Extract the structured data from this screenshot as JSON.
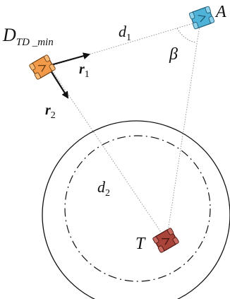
{
  "labels": {
    "drone_main": "D",
    "drone_sub": "TD _min",
    "r1_main": "r",
    "r1_sub": "1",
    "r2_main": "r",
    "r2_sub": "2",
    "d1_main": "d",
    "d1_sub": "1",
    "d2_main": "d",
    "d2_sub": "2",
    "angle": "β",
    "agent_a": "A",
    "target": "T"
  },
  "colors": {
    "drone": "#f29a4a",
    "agent": "#4fb3d9",
    "target": "#a8443a",
    "lines": "#9a9a9a",
    "circles": "#111111"
  }
}
